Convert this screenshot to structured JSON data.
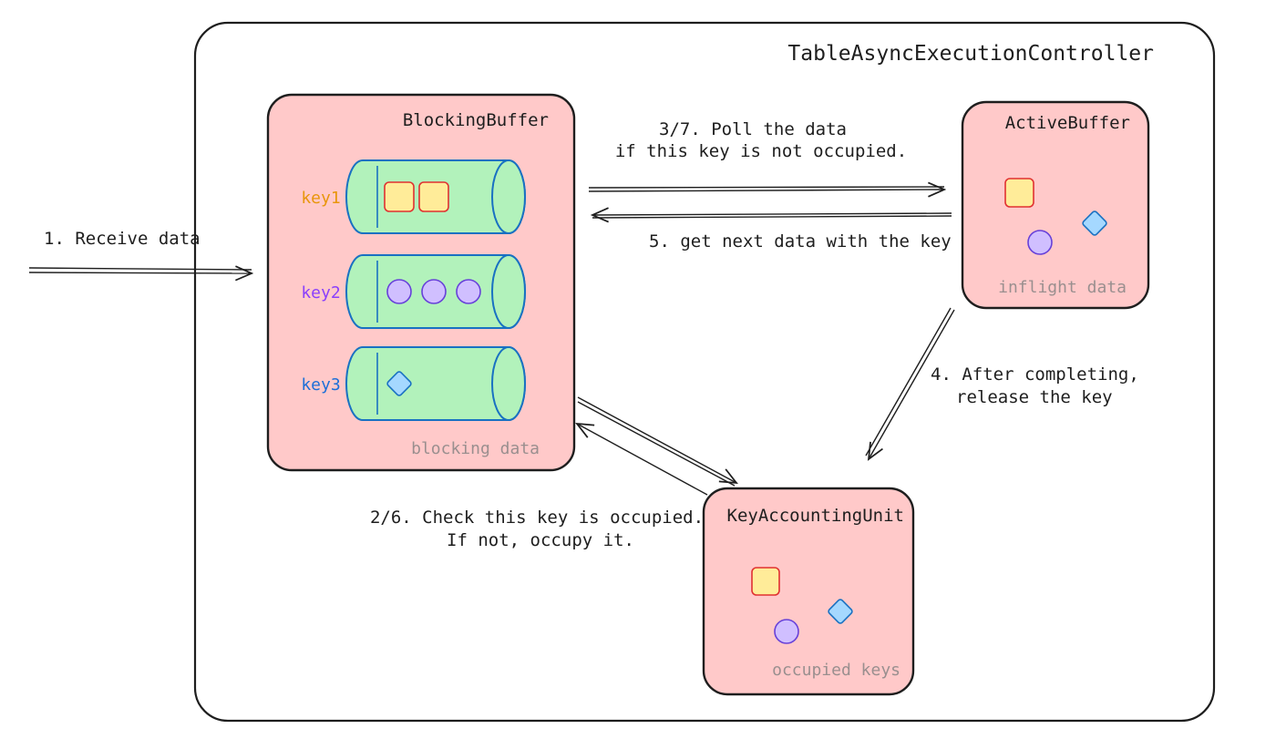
{
  "diagram": {
    "controller_title": "TableAsyncExecutionController",
    "blocking_buffer": {
      "title": "BlockingBuffer",
      "footer": "blocking data",
      "keys": [
        {
          "label": "key1",
          "color": "#e8960c",
          "items": [
            "square",
            "square"
          ]
        },
        {
          "label": "key2",
          "color": "#8a3ffc",
          "items": [
            "circle",
            "circle",
            "circle"
          ]
        },
        {
          "label": "key3",
          "color": "#1d6fd8",
          "items": [
            "diamond"
          ]
        }
      ]
    },
    "active_buffer": {
      "title": "ActiveBuffer",
      "footer": "inflight data"
    },
    "key_accounting_unit": {
      "title": "KeyAccountingUnit",
      "footer": "occupied keys"
    },
    "edges": {
      "receive": "1. Receive data",
      "poll_line1": "3/7. Poll the data",
      "poll_line2": "if this key is not occupied.",
      "next": "5. get next data with the key",
      "release_line1": "4. After completing,",
      "release_line2": "release the key",
      "check_line1": "2/6. Check this key is occupied.",
      "check_line2": "If not, occupy it."
    },
    "colors": {
      "box_fill": "#ffc9c9",
      "queue_fill": "#b2f2bb",
      "queue_stroke": "#1971c2",
      "square_fill": "#ffec99",
      "square_stroke": "#e03131",
      "circle_fill": "#d0bfff",
      "circle_stroke": "#6741d9",
      "diamond_fill": "#a5d8ff",
      "diamond_stroke": "#1971c2"
    }
  }
}
